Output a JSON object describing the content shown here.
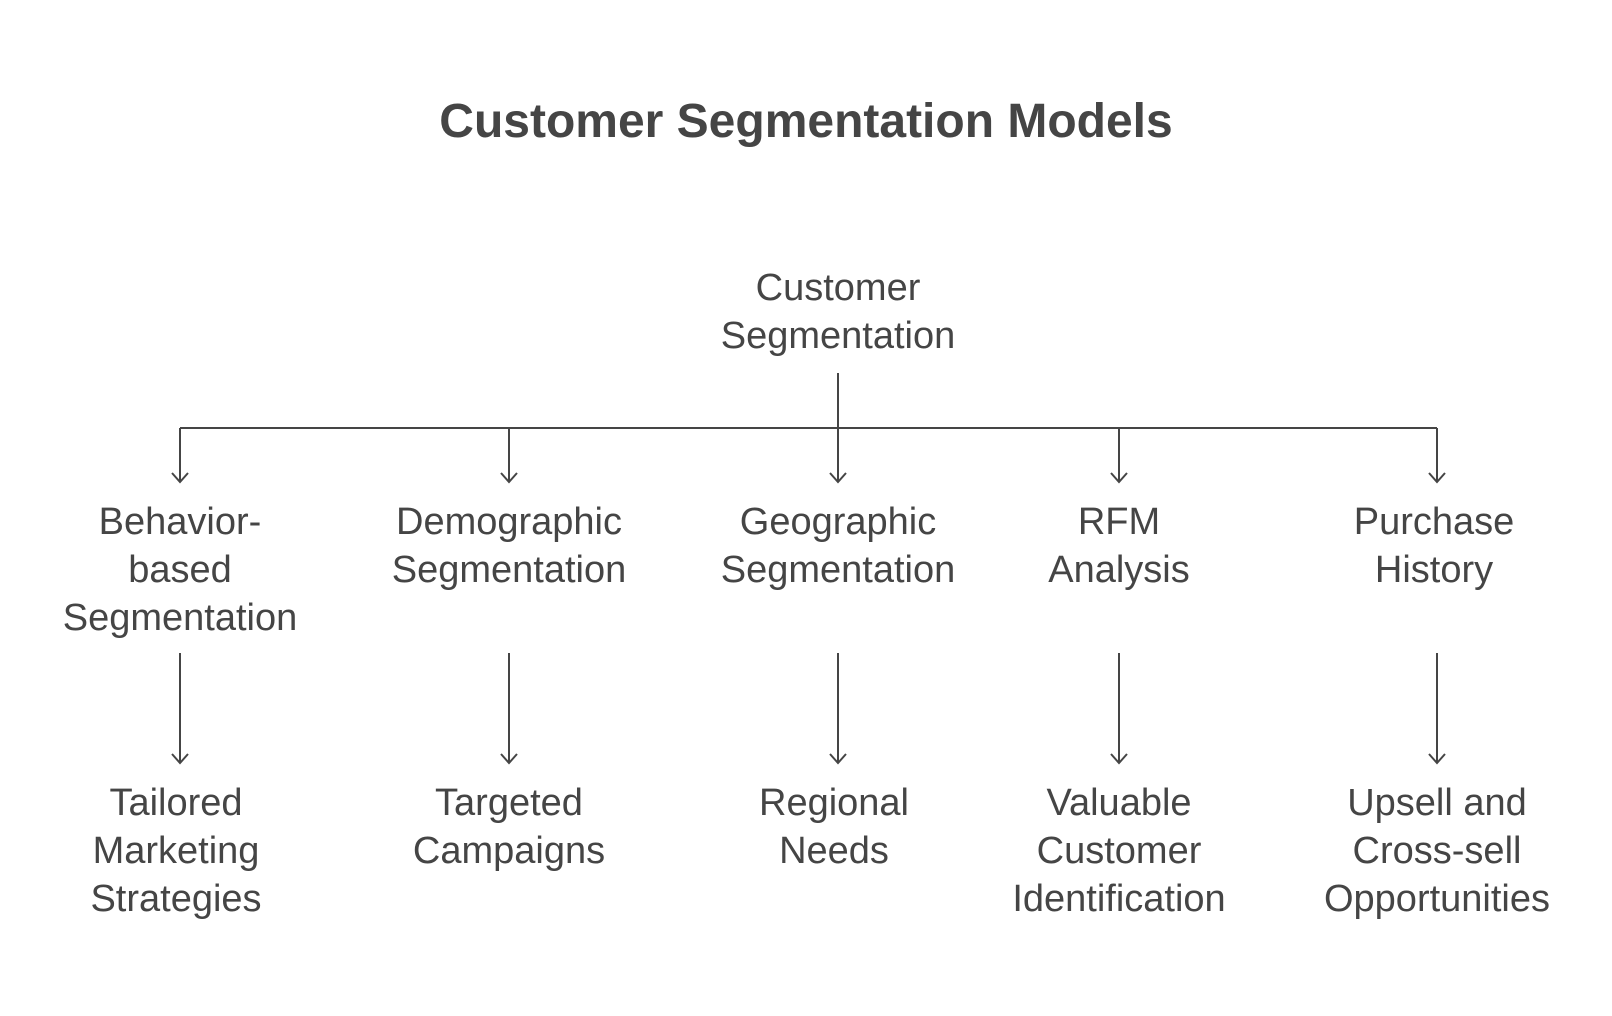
{
  "title": "Customer Segmentation Models",
  "root": {
    "lines": [
      "Customer",
      "Segmentation"
    ]
  },
  "categories": [
    {
      "lines": [
        "Behavior-",
        "based",
        "Segmentation"
      ],
      "outcome": [
        "Tailored",
        "Marketing",
        "Strategies"
      ]
    },
    {
      "lines": [
        "Demographic",
        "Segmentation"
      ],
      "outcome": [
        "Targeted",
        "Campaigns"
      ]
    },
    {
      "lines": [
        "Geographic",
        "Segmentation"
      ],
      "outcome": [
        "Regional",
        "Needs"
      ]
    },
    {
      "lines": [
        "RFM",
        "Analysis"
      ],
      "outcome": [
        "Valuable",
        "Customer",
        "Identification"
      ]
    },
    {
      "lines": [
        "Purchase",
        "History"
      ],
      "outcome": [
        "Upsell and",
        "Cross-sell",
        "Opportunities"
      ]
    }
  ],
  "colors": {
    "text": "#454545",
    "connector": "#454545",
    "background": "#ffffff"
  }
}
